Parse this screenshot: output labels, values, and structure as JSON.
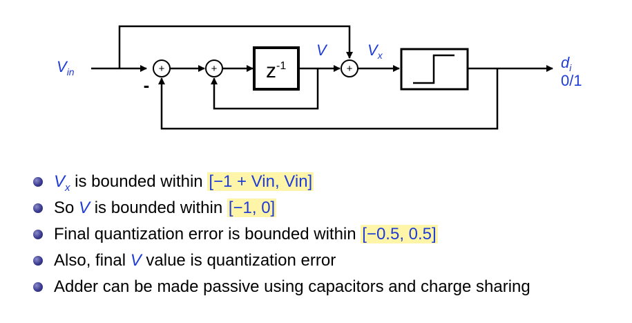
{
  "diagram": {
    "input_label": "V",
    "input_sub": "in",
    "node_v_label": "V",
    "node_vx_label": "V",
    "node_vx_sub": "x",
    "output_label": "d",
    "output_sub": "i",
    "output_values": "0/1",
    "adder_sign": "+",
    "minus_sign": "-",
    "delay_text": "z",
    "delay_exp": "-1"
  },
  "bullets": [
    {
      "pre": "",
      "var": "V",
      "var_sub": "x",
      "mid": " is bounded within ",
      "hl": "[−1 + Vin, Vin]"
    },
    {
      "pre": "So ",
      "var": "V",
      "var_sub": "",
      "mid": " is bounded within ",
      "hl": "[−1, 0]"
    },
    {
      "pre": "Final quantization error is bounded within ",
      "var": "",
      "var_sub": "",
      "mid": "",
      "hl": "[−0.5, 0.5]"
    },
    {
      "pre": "Also, final ",
      "var": "V",
      "var_sub": "",
      "mid": " value is quantization error",
      "hl": ""
    },
    {
      "pre": "Adder can be made passive using capacitors and charge sharing",
      "var": "",
      "var_sub": "",
      "mid": "",
      "hl": ""
    }
  ]
}
